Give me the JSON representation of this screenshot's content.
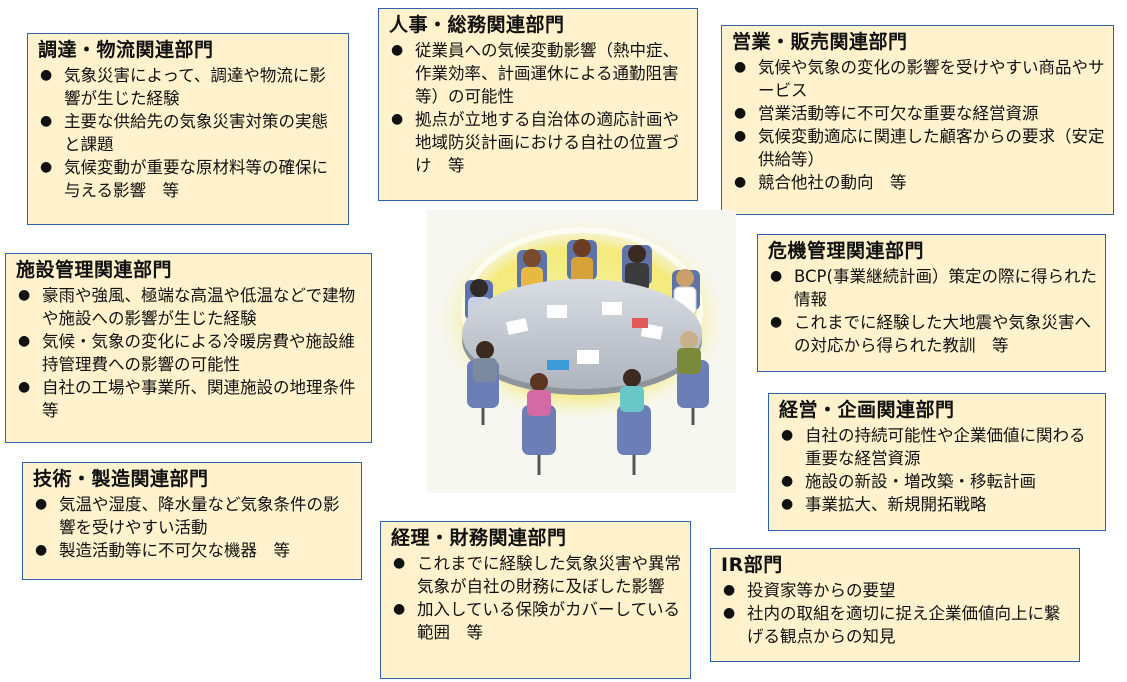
{
  "colors": {
    "box_fill": "#fff2cc",
    "box_border": "#2e62b0"
  },
  "boxes": {
    "procurement": {
      "title": "調達・物流関連部門",
      "items": [
        "気象災害によって、調達や物流に影響が生じた経験",
        "主要な供給先の気象災害対策の実態と課題",
        "気候変動が重要な原材料等の確保に与える影響　等"
      ]
    },
    "hr": {
      "title": "人事・総務関連部門",
      "items": [
        "従業員への気候変動影響（熱中症、作業効率、計画運休による通勤阻害等）の可能性",
        "拠点が立地する自治体の適応計画や地域防災計画における自社の位置づけ　等"
      ]
    },
    "sales": {
      "title": "営業・販売関連部門",
      "items": [
        "気候や気象の変化の影響を受けやすい商品やサービス",
        "営業活動等に不可欠な重要な経営資源",
        "気候変動適応に関連した顧客からの要求（安定供給等）",
        "競合他社の動向　等"
      ]
    },
    "facility": {
      "title": "施設管理関連部門",
      "items": [
        "豪雨や強風、極端な高温や低温などで建物や施設への影響が生じた経験",
        "気候・気象の変化による冷暖房費や施設維持管理費への影響の可能性",
        "自社の工場や事業所、関連施設の地理条件　等"
      ]
    },
    "risk": {
      "title": "危機管理関連部門",
      "items": [
        "BCP(事業継続計画）策定の際に得られた情報",
        "これまでに経験した大地震や気象災害への対応から得られた教訓　等"
      ]
    },
    "management": {
      "title": "経営・企画関連部門",
      "items": [
        "自社の持続可能性や企業価値に関わる重要な経営資源",
        "施設の新設・増改築・移転計画",
        "事業拡大、新規開拓戦略"
      ]
    },
    "tech": {
      "title": "技術・製造関連部門",
      "items": [
        "気温や湿度、降水量など気象条件の影響を受けやすい活動",
        "製造活動等に不可欠な機器　等"
      ]
    },
    "finance": {
      "title": "経理・財務関連部門",
      "items": [
        "これまでに経験した気象災害や異常気象が自社の財務に及ぼした影響",
        "加入している保険がカバーしている範囲　等"
      ]
    },
    "ir": {
      "title": "IR部門",
      "items": [
        "投資家等からの要望",
        "社内の取組を適切に捉え企業価値向上に繋げる観点からの知見"
      ]
    }
  }
}
